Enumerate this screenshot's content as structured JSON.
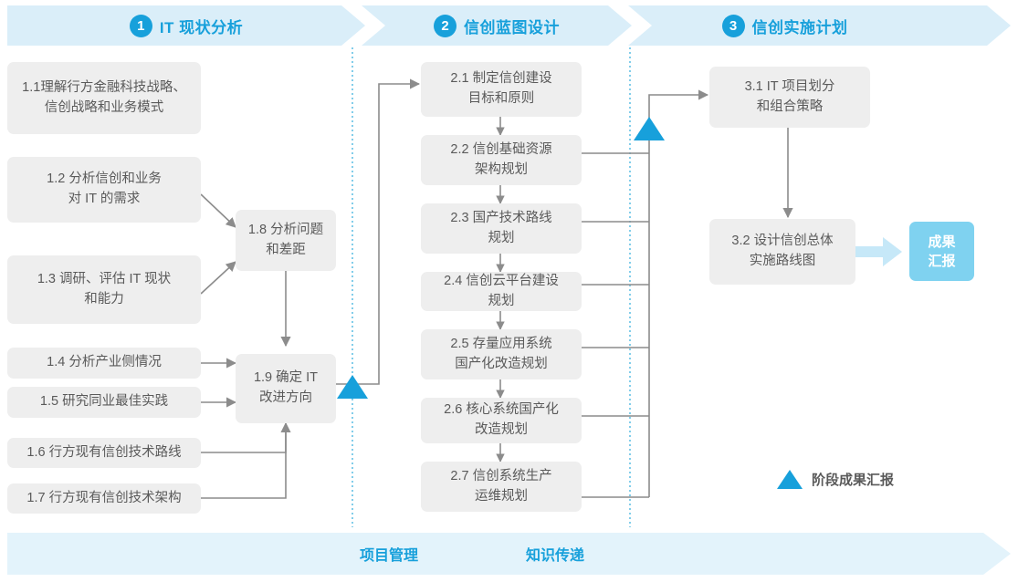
{
  "phases": [
    {
      "number": "1",
      "title": "IT 现状分析"
    },
    {
      "number": "2",
      "title": "信创蓝图设计"
    },
    {
      "number": "3",
      "title": "信创实施计划"
    }
  ],
  "phase1_tasks": [
    {
      "id": "1.1",
      "text": "1.1理解行方金融科技战略、\n信创战略和业务模式"
    },
    {
      "id": "1.2",
      "text": "1.2 分析信创和业务\n对 IT 的需求"
    },
    {
      "id": "1.3",
      "text": "1.3 调研、评估 IT 现状\n和能力"
    },
    {
      "id": "1.4",
      "text": "1.4 分析产业侧情况"
    },
    {
      "id": "1.5",
      "text": "1.5 研究同业最佳实践"
    },
    {
      "id": "1.6",
      "text": "1.6 行方现有信创技术路线"
    },
    {
      "id": "1.7",
      "text": "1.7 行方现有信创技术架构"
    },
    {
      "id": "1.8",
      "text": "1.8 分析问题\n和差距"
    },
    {
      "id": "1.9",
      "text": "1.9 确定 IT\n改进方向"
    }
  ],
  "phase2_tasks": [
    {
      "id": "2.1",
      "text": "2.1 制定信创建设\n目标和原则"
    },
    {
      "id": "2.2",
      "text": "2.2 信创基础资源\n架构规划"
    },
    {
      "id": "2.3",
      "text": "2.3 国产技术路线\n规划"
    },
    {
      "id": "2.4",
      "text": "2.4 信创云平台建设\n规划"
    },
    {
      "id": "2.5",
      "text": "2.5 存量应用系统\n国产化改造规划"
    },
    {
      "id": "2.6",
      "text": "2.6 核心系统国产化\n改造规划"
    },
    {
      "id": "2.7",
      "text": "2.7 信创系统生产\n运维规划"
    }
  ],
  "phase3_tasks": [
    {
      "id": "3.1",
      "text": "3.1 IT 项目划分\n和组合策略"
    },
    {
      "id": "3.2",
      "text": "3.2 设计信创总体\n实施路线图"
    }
  ],
  "result": {
    "text": "成果\n汇报"
  },
  "legend": {
    "label": "阶段成果汇报",
    "marker": "triangle-up-icon"
  },
  "bottom_band": {
    "labels": [
      "项目管理",
      "知识传递"
    ]
  },
  "colors": {
    "accent": "#17a0db",
    "band": "#daeef9",
    "bottom_band": "#e3f3fb",
    "box": "#eeeeee",
    "result_chip": "#7fd2f0",
    "connector": "#8c8c8c",
    "text": "#5a5a5a",
    "divider": "#4db8e0"
  }
}
